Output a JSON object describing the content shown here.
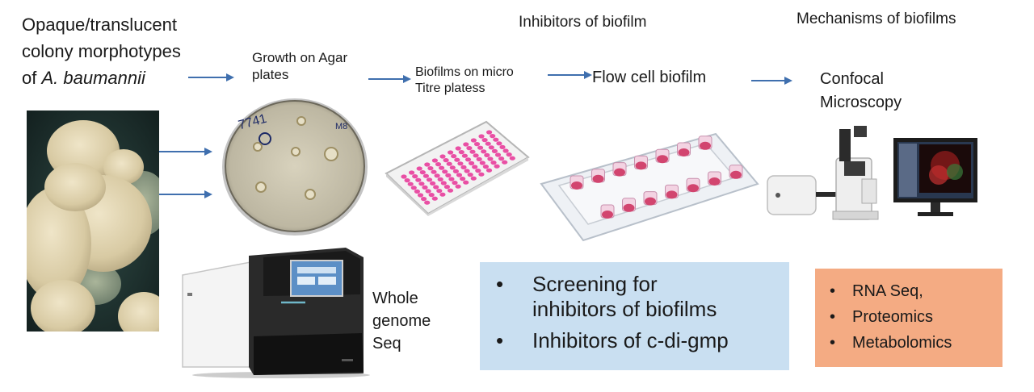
{
  "labels": {
    "colony_title_line1": "Opaque/translucent",
    "colony_title_line2": "colony  morphotypes",
    "colony_title_line3_prefix": "of ",
    "colony_title_line3_species": "A. baumannii",
    "growth_agar": "Growth on Agar\nplates",
    "petri_label": "7741",
    "petri_mark": "M8",
    "biofilms_micro": "Biofilms on micro\nTitre platess",
    "inhibitors_header": "Inhibitors of biofilm",
    "flow_cell": "Flow cell biofilm",
    "mechanisms_header": "Mechanisms of biofilms",
    "confocal": "Confocal\nMicroscopy",
    "wgs": "Whole\ngenome\nSeq"
  },
  "blue_box": {
    "bullet_symbol": "•",
    "items": [
      "Screening for\ninhibitors of biofilms",
      "Inhibitors of c-di-gmp"
    ]
  },
  "orange_box": {
    "bullet_symbol": "•",
    "items": [
      "RNA Seq,",
      "Proteomics",
      "Metabolomics"
    ]
  },
  "colors": {
    "arrow": "#3f6fae",
    "blue_box_bg": "#c9dff1",
    "orange_box_bg": "#f4ab83",
    "well_pink": "#e94fa4",
    "text": "#1a1a1a"
  }
}
